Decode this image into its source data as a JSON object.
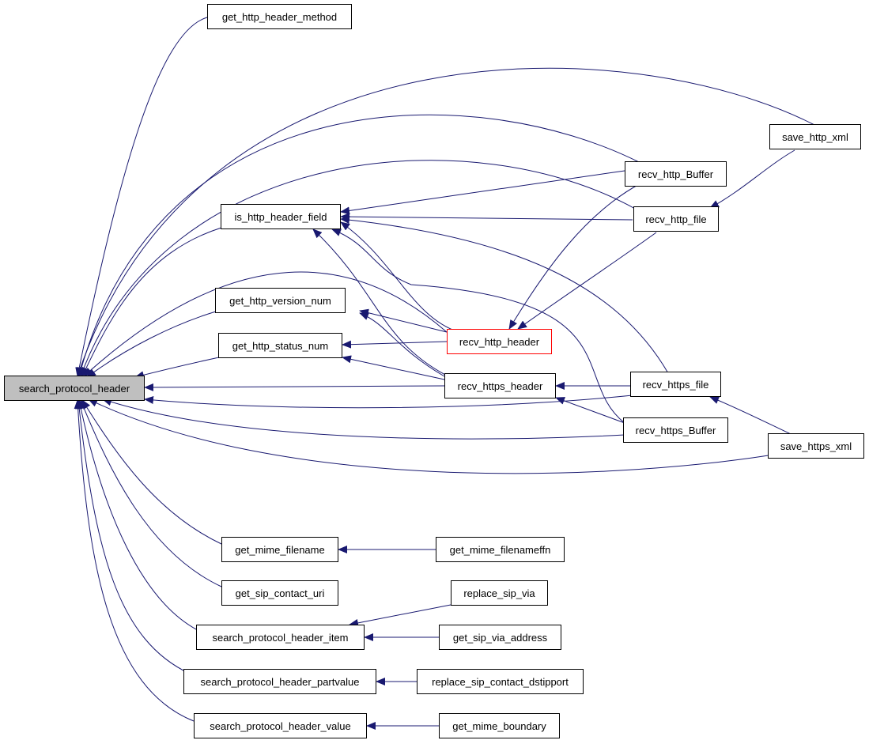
{
  "colors": {
    "edge": "#191970",
    "node_border": "#000000",
    "highlight_border": "#ff0000",
    "root_fill": "#bfbfbf"
  },
  "nodes": {
    "search_protocol_header": "search_protocol_header",
    "get_http_header_method": "get_http_header_method",
    "is_http_header_field": "is_http_header_field",
    "get_http_version_num": "get_http_version_num",
    "get_http_status_num": "get_http_status_num",
    "get_mime_filename": "get_mime_filename",
    "get_sip_contact_uri": "get_sip_contact_uri",
    "search_protocol_header_item": "search_protocol_header_item",
    "search_protocol_header_partvalue": "search_protocol_header_partvalue",
    "search_protocol_header_value": "search_protocol_header_value",
    "recv_http_header": "recv_http_header",
    "recv_https_header": "recv_https_header",
    "recv_http_Buffer": "recv_http_Buffer",
    "recv_http_file": "recv_http_file",
    "recv_https_file": "recv_https_file",
    "recv_https_Buffer": "recv_https_Buffer",
    "save_http_xml": "save_http_xml",
    "save_https_xml": "save_https_xml",
    "get_mime_filenameffn": "get_mime_filenameffn",
    "replace_sip_via": "replace_sip_via",
    "get_sip_via_address": "get_sip_via_address",
    "replace_sip_contact_dstipport": "replace_sip_contact_dstipport",
    "get_mime_boundary": "get_mime_boundary"
  }
}
